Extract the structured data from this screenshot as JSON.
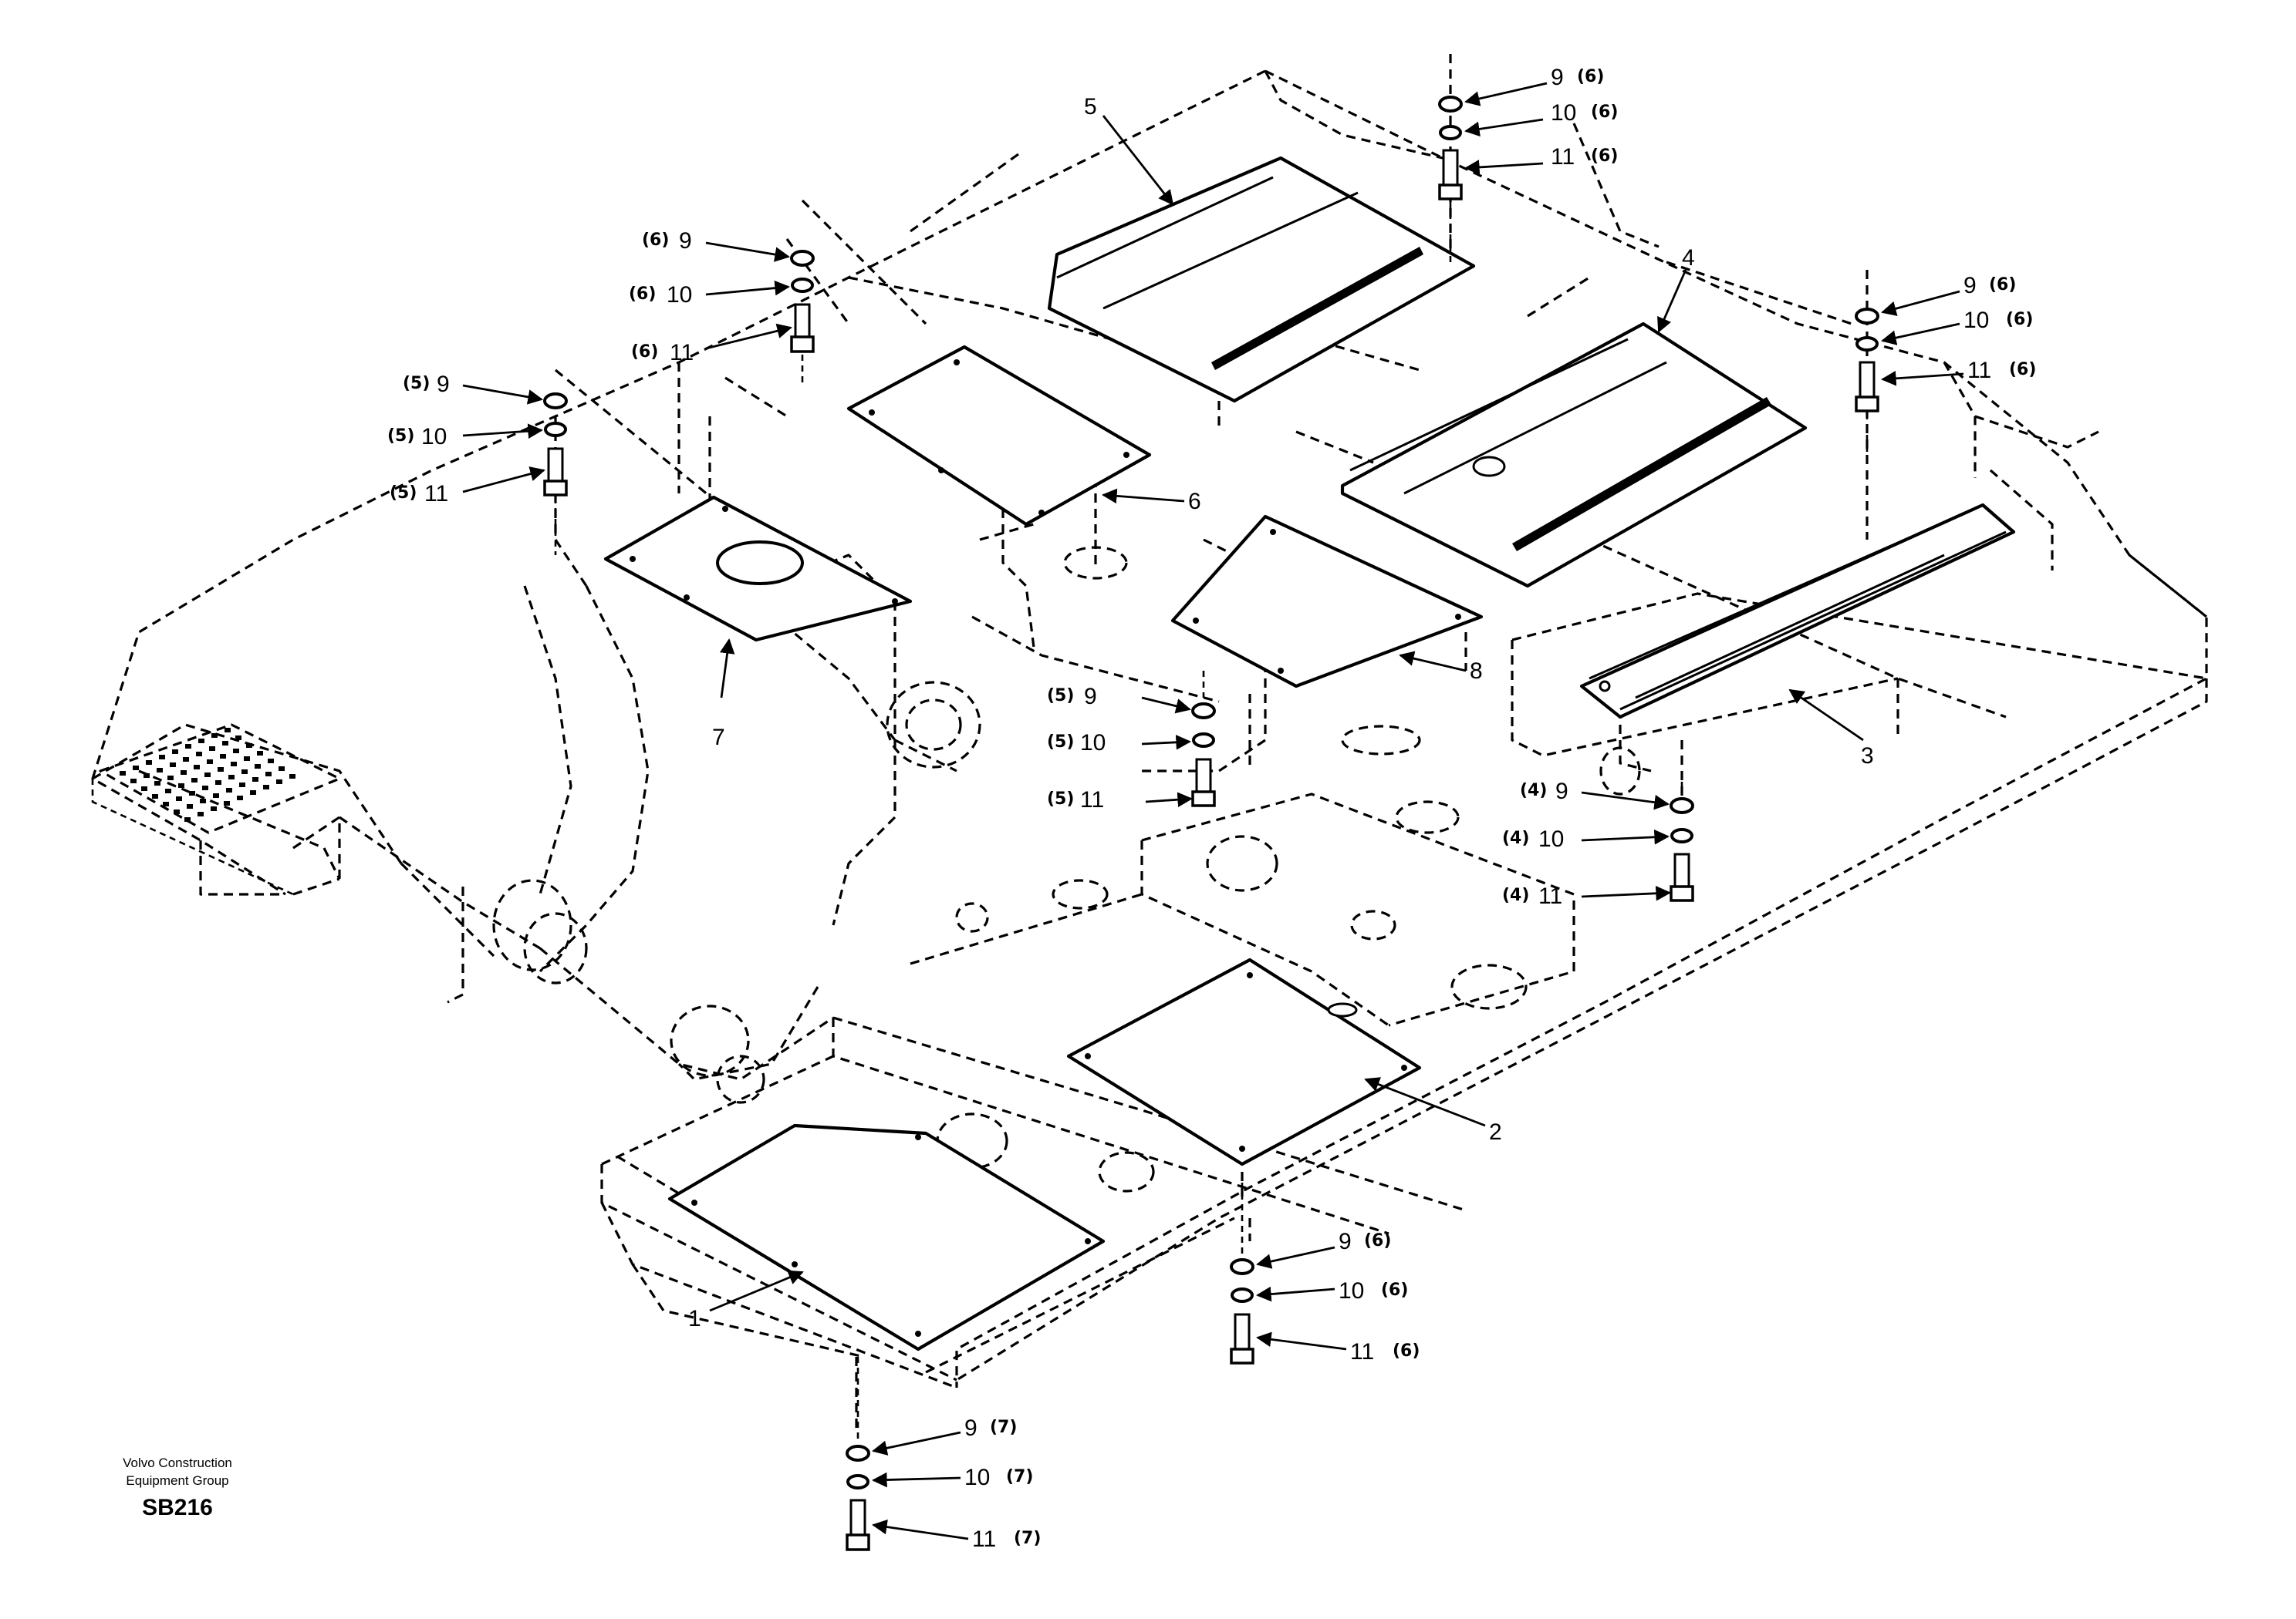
{
  "caption": {
    "company_line1": "Volvo Construction",
    "company_line2": "Equipment Group",
    "drawing_code": "SB216"
  },
  "parts": {
    "p1": "1",
    "p2": "2",
    "p3": "3",
    "p4": "4",
    "p5": "5",
    "p6": "6",
    "p7": "7",
    "p8": "8"
  },
  "fastener_groups": [
    {
      "id": "top-right-a",
      "items": [
        {
          "part": "9",
          "qty": "(6)"
        },
        {
          "part": "10",
          "qty": "(6)"
        },
        {
          "part": "11",
          "qty": "(6)"
        }
      ]
    },
    {
      "id": "mid-left-6",
      "items": [
        {
          "part": "9",
          "qty": "(6)"
        },
        {
          "part": "10",
          "qty": "(6)"
        },
        {
          "part": "11",
          "qty": "(6)"
        }
      ]
    },
    {
      "id": "top-right-b",
      "items": [
        {
          "part": "9",
          "qty": "(6)"
        },
        {
          "part": "10",
          "qty": "(6)"
        },
        {
          "part": "11",
          "qty": "(6)"
        }
      ]
    },
    {
      "id": "left-5",
      "items": [
        {
          "part": "9",
          "qty": "(5)"
        },
        {
          "part": "10",
          "qty": "(5)"
        },
        {
          "part": "11",
          "qty": "(5)"
        }
      ]
    },
    {
      "id": "center-5",
      "items": [
        {
          "part": "9",
          "qty": "(5)"
        },
        {
          "part": "10",
          "qty": "(5)"
        },
        {
          "part": "11",
          "qty": "(5)"
        }
      ]
    },
    {
      "id": "right-4",
      "items": [
        {
          "part": "9",
          "qty": "(4)"
        },
        {
          "part": "10",
          "qty": "(4)"
        },
        {
          "part": "11",
          "qty": "(4)"
        }
      ]
    },
    {
      "id": "lower-6",
      "items": [
        {
          "part": "9",
          "qty": "(6)"
        },
        {
          "part": "10",
          "qty": "(6)"
        },
        {
          "part": "11",
          "qty": "(6)"
        }
      ]
    },
    {
      "id": "bottom-7",
      "items": [
        {
          "part": "9",
          "qty": "(7)"
        },
        {
          "part": "10",
          "qty": "(7)"
        },
        {
          "part": "11",
          "qty": "(7)"
        }
      ]
    }
  ]
}
